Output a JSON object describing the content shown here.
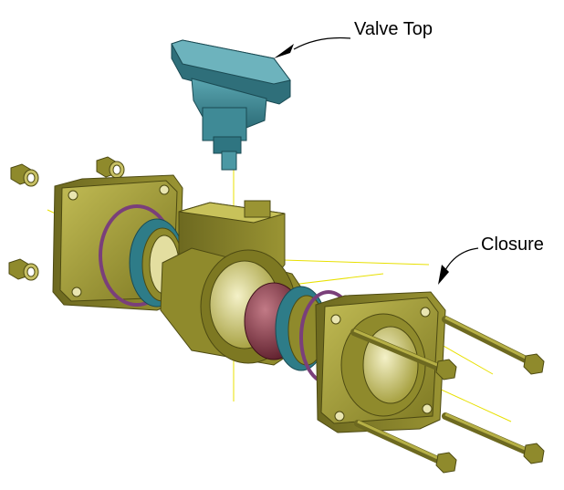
{
  "labels": {
    "valve_top": "Valve Top",
    "closure": "Closure"
  },
  "colors": {
    "background": "#ffffff",
    "body_olive": "#8f8a2c",
    "body_olive_light": "#b6b046",
    "body_olive_dark": "#5e5a18",
    "valve_top_teal": "#3f8a96",
    "valve_top_teal_dark": "#225863",
    "seat_ring_teal": "#3a8f9c",
    "ball_maroon": "#8b3a4a",
    "o_ring_purple": "#7a3f7a",
    "axis_yellow": "#e8e000",
    "callout_black": "#000000"
  },
  "parts": [
    "valve-top-handle",
    "valve-body",
    "left-end-flange",
    "right-closure-flange",
    "ball",
    "seat-rings",
    "o-rings",
    "bolts",
    "nuts"
  ]
}
